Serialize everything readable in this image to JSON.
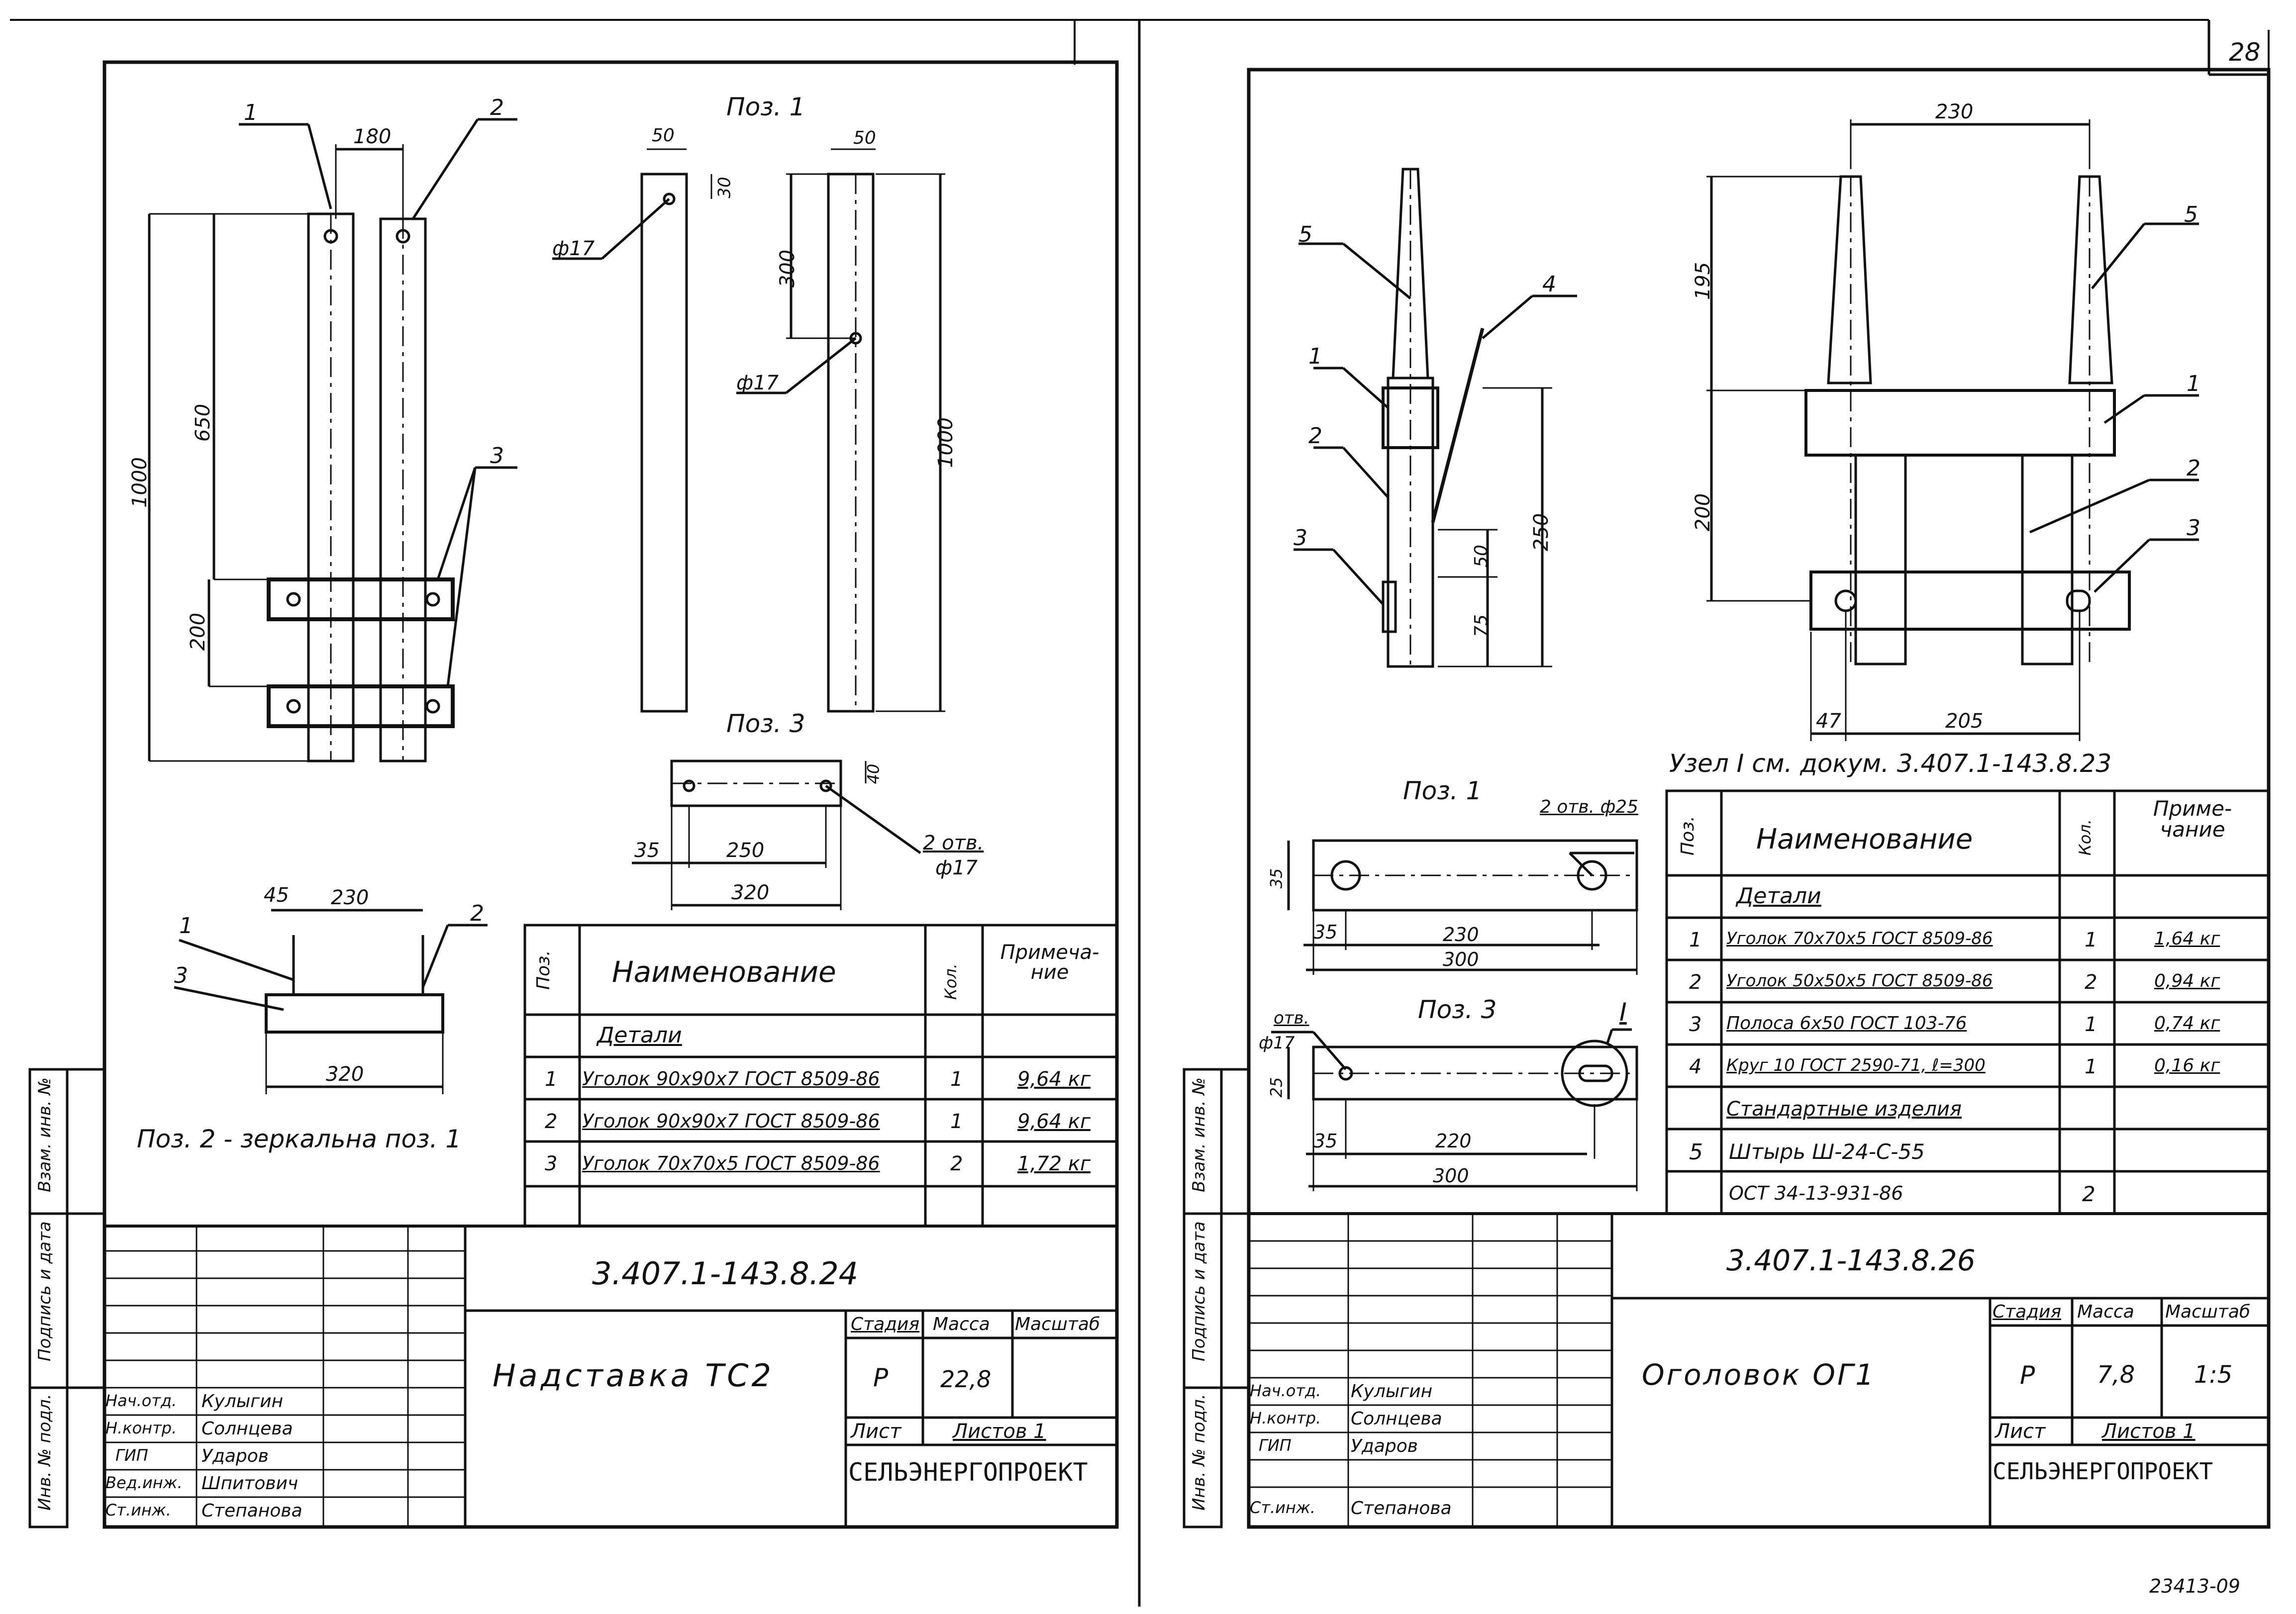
{
  "sheet_number": "28",
  "archive_number": "23413-09",
  "left": {
    "view_title": "Поз. 1",
    "pos3_title": "Поз. 3",
    "mirror_note": "Поз. 2 - зеркальна поз. 1",
    "dims": {
      "d180": "180",
      "d650": "650",
      "d1000": "1000",
      "d200": "200",
      "d50a": "50",
      "d30": "30",
      "d50b": "50",
      "d300": "300",
      "d1000b": "1000",
      "phi17a": "ф17",
      "phi17b": "ф17",
      "d40": "40",
      "d35": "35",
      "d250": "250",
      "d320": "320",
      "d45": "45",
      "d230": "230",
      "d320b": "320",
      "holes": "2 отв.",
      "holes_d": "ф17"
    },
    "callouts": [
      "1",
      "2",
      "3"
    ],
    "table": {
      "h_pos": "Поз.",
      "h_name": "Наименование",
      "h_qty": "Кол.",
      "h_note": "Примеча- ние",
      "section": "Детали",
      "rows": [
        {
          "pos": "1",
          "name": "Уголок 90х90х7 ГОСТ 8509-86",
          "qty": "1",
          "note": "9,64 кг"
        },
        {
          "pos": "2",
          "name": "Уголок 90х90х7 ГОСТ 8509-86",
          "qty": "1",
          "note": "9,64 кг"
        },
        {
          "pos": "3",
          "name": "Уголок 70х70х5 ГОСТ 8509-86",
          "qty": "2",
          "note": "1,72 кг"
        }
      ]
    },
    "stamp": {
      "doc_code": "3.407.1-143.8.24",
      "title": "Надставка ТС2",
      "stage_label": "Стадия",
      "mass_label": "Масса",
      "scale_label": "Масштаб",
      "stage": "Р",
      "mass": "22,8",
      "scale": "",
      "sheet_label": "Лист",
      "sheets_label": "Листов 1",
      "org": "СЕЛЬЭНЕРГОПРОЕКТ",
      "people": [
        {
          "role": "Нач.отд.",
          "name": "Кулыгин"
        },
        {
          "role": "Н.контр.",
          "name": "Солнцева"
        },
        {
          "role": "ГИП",
          "name": "Ударов"
        },
        {
          "role": "Вед.инж.",
          "name": "Шпитович"
        },
        {
          "role": "Ст.инж.",
          "name": "Степанова"
        }
      ]
    }
  },
  "right": {
    "node_note": "Узел I см. докум. 3.407.1-143.8.23",
    "pos1_title": "Поз. 1",
    "pos3_title": "Поз. 3",
    "dims": {
      "d230": "230",
      "d195": "195",
      "d200": "200",
      "d47": "47",
      "d205": "205",
      "d250": "250",
      "d50": "50",
      "d75": "75",
      "holes25": "2 отв. ф25",
      "d35a": "35",
      "d35b": "35",
      "d230b": "230",
      "d300": "300",
      "hole17": "отв.",
      "hole17d": "ф17",
      "d25": "25",
      "d35c": "35",
      "d220": "220",
      "d300b": "300",
      "node": "I"
    },
    "callouts": [
      "1",
      "2",
      "3",
      "4",
      "5"
    ],
    "table": {
      "h_pos": "Поз.",
      "h_name": "Наименование",
      "h_qty": "Кол.",
      "h_note": "Приме- чание",
      "section": "Детали",
      "rows": [
        {
          "pos": "1",
          "name": "Уголок 70х70х5 ГОСТ 8509-86",
          "qty": "1",
          "note": "1,64 кг"
        },
        {
          "pos": "2",
          "name": "Уголок 50х50х5 ГОСТ 8509-86",
          "qty": "2",
          "note": "0,94 кг"
        },
        {
          "pos": "3",
          "name": "Полоса 6х50 ГОСТ 103-76",
          "qty": "1",
          "note": "0,74 кг"
        },
        {
          "pos": "4",
          "name": "Круг 10 ГОСТ 2590-71, ℓ=300",
          "qty": "1",
          "note": "0,16 кг"
        }
      ],
      "section2": "Стандартные изделия",
      "rows2": [
        {
          "pos": "5",
          "name": "Штырь Ш-24-С-55",
          "qty": "",
          "note": ""
        },
        {
          "pos": "",
          "name": "ОСТ 34-13-931-86",
          "qty": "2",
          "note": ""
        }
      ]
    },
    "stamp": {
      "doc_code": "3.407.1-143.8.26",
      "title": "Оголовок ОГ1",
      "stage_label": "Стадия",
      "mass_label": "Масса",
      "scale_label": "Масштаб",
      "stage": "Р",
      "mass": "7,8",
      "scale": "1:5",
      "sheet_label": "Лист",
      "sheets_label": "Листов 1",
      "org": "СЕЛЬЭНЕРГОПРОЕКТ",
      "people": [
        {
          "role": "Нач.отд.",
          "name": "Кулыгин"
        },
        {
          "role": "Н.контр.",
          "name": "Солнцева"
        },
        {
          "role": "ГИП",
          "name": "Ударов"
        },
        {
          "role": "Ст.инж.",
          "name": "Степанова"
        }
      ]
    }
  },
  "side_labels": [
    "Взам. инв. №",
    "Подпись и дата",
    "Инв. № подл."
  ]
}
